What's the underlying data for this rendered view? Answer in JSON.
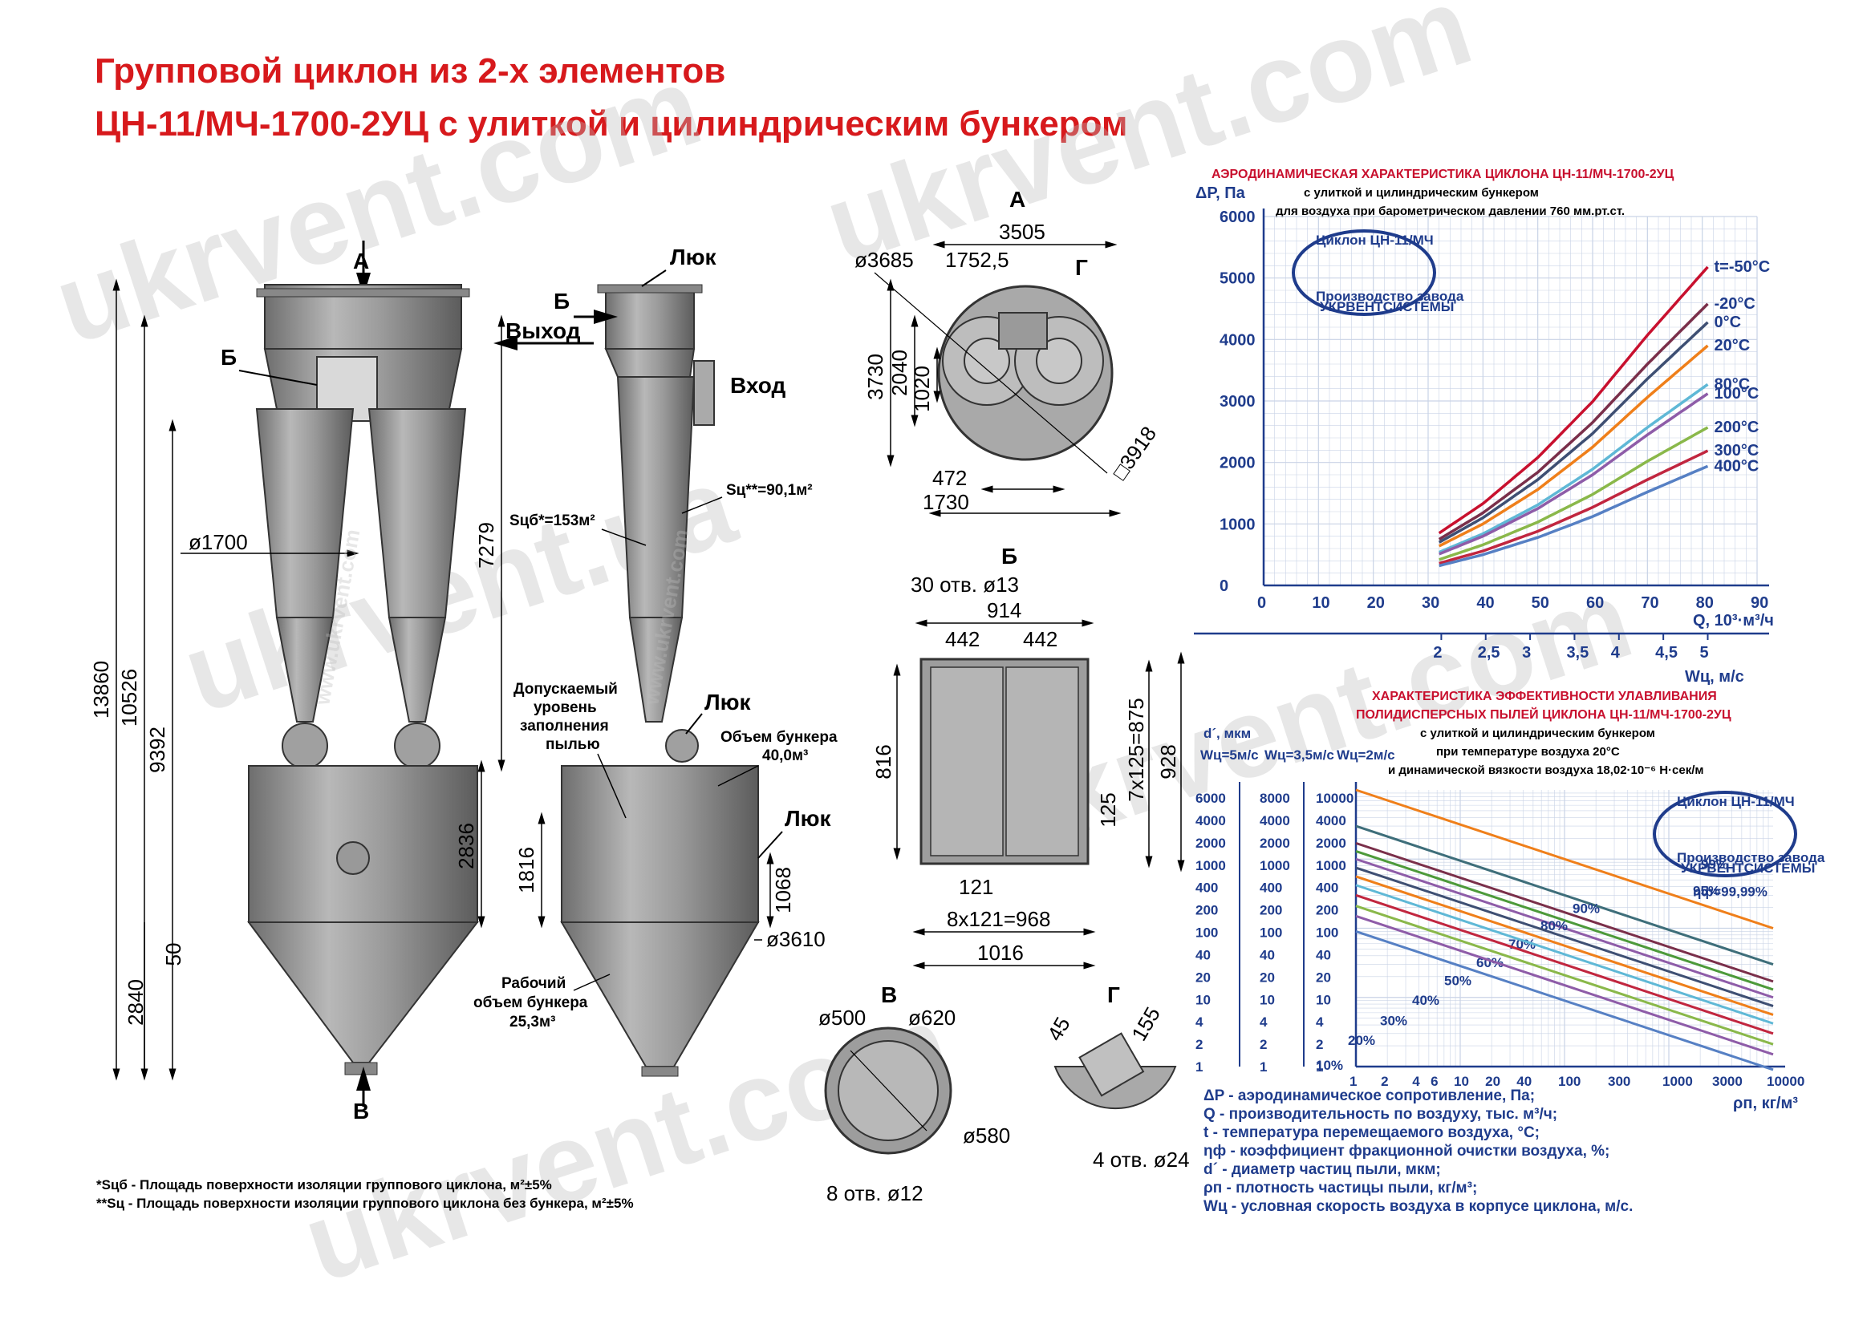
{
  "title": {
    "line1": "Групповой циклон из 2-х элементов",
    "line2": "ЦН-11/МЧ-1700-2УЦ с улиткой и цилиндрическим бункером"
  },
  "watermark": "ukrvent.com",
  "watermark2": "ukrvent.ua",
  "side_watermark": "www.ukrvent.com",
  "colors": {
    "title": "#d7191c",
    "chart_axis": "#1f3c8c",
    "steel": "#8c8c8c"
  },
  "front_view": {
    "label_A": "А",
    "label_B": "Б",
    "label_V": "В",
    "dim_total": "13860",
    "dim_10526": "10526",
    "dim_9392": "9392",
    "dim_7279": "7279",
    "dim_2836": "2836",
    "dim_2840": "2840",
    "dim_50": "50",
    "dim_d1700": "ø1700"
  },
  "side_view": {
    "luk_top": "Люк",
    "label_B": "Б",
    "exit": "Выход",
    "inlet": "Вход",
    "s_ts": "Sц**=90,1м²",
    "s_tsb": "Sцб*=153м²",
    "fill_level": [
      "Допускаемый",
      "уровень",
      "заполнения",
      "пылью"
    ],
    "luk_mid": "Люк",
    "bunker_vol": [
      "Объем бункера",
      "40,0м³"
    ],
    "luk_low": "Люк",
    "dim_1816": "1816",
    "dim_1068": "1068",
    "dim_d3610": "ø3610",
    "work_vol": [
      "Рабочий",
      "объем бункера",
      "25,3м³"
    ]
  },
  "view_A": {
    "label": "А",
    "dim_3505": "3505",
    "dim_d3685": "ø3685",
    "dim_1752": "1752,5",
    "label_G": "Г",
    "dim_3730": "3730",
    "dim_2040": "2040",
    "dim_1020": "1020",
    "dim_472": "472",
    "dim_1730": "1730",
    "dim_3918": "□3918"
  },
  "view_B": {
    "label": "Б",
    "holes": "30 отв. ø13",
    "dim_914": "914",
    "dim_442a": "442",
    "dim_442b": "442",
    "dim_816": "816",
    "dim_7x125": "7x125=875",
    "dim_928": "928",
    "dim_125": "125",
    "dim_121": "121",
    "dim_8x121": "8x121=968",
    "dim_1016": "1016"
  },
  "view_V": {
    "label": "В",
    "d500": "ø500",
    "d620": "ø620",
    "d580": "ø580",
    "holes": "8 отв. ø12"
  },
  "view_G": {
    "label": "Г",
    "d45": "45",
    "d155": "155",
    "holes": "4 отв. ø24"
  },
  "footnotes": [
    "*Sцб - Площадь поверхности изоляции группового циклона, м²±5%",
    "**Sц - Площадь поверхности изоляции группового циклона без бункера, м²±5%"
  ],
  "chart_data": [
    {
      "type": "line",
      "title": "АЭРОДИНАМИЧЕСКАЯ ХАРАКТЕРИСТИКА ЦИКЛОНА ЦН-11/МЧ-1700-2УЦ",
      "subtitle": [
        "с улиткой и цилиндрическим бункером",
        "для воздуха при барометрическом давлении 760 мм.рт.ст."
      ],
      "ylabel": "ΔP, Па",
      "xlabel": "Q, 10³·м³/ч",
      "xlabel2": "Wц, м/с",
      "xlim": [
        0,
        90
      ],
      "ylim": [
        0,
        6000
      ],
      "xticks": [
        "0",
        "10",
        "20",
        "30",
        "40",
        "50",
        "60",
        "70",
        "80",
        "90"
      ],
      "yticks": [
        "0",
        "1000",
        "2000",
        "3000",
        "4000",
        "5000",
        "6000"
      ],
      "x2ticks": [
        "2",
        "2,5",
        "3",
        "3,5",
        "4",
        "4,5",
        "5"
      ],
      "x": [
        32,
        40,
        50,
        60,
        70,
        81
      ],
      "series": [
        {
          "name": "t=-50°C",
          "color": "#c8102e",
          "values": [
            850,
            1330,
            2080,
            2990,
            4070,
            5180
          ]
        },
        {
          "name": "-20°C",
          "color": "#7a2f4a",
          "values": [
            750,
            1180,
            1840,
            2650,
            3600,
            4580
          ]
        },
        {
          "name": "0°C",
          "color": "#3e4f73",
          "values": [
            700,
            1100,
            1720,
            2470,
            3360,
            4280
          ]
        },
        {
          "name": "20°C",
          "color": "#ef7f1a",
          "values": [
            640,
            1000,
            1560,
            2250,
            3060,
            3900
          ]
        },
        {
          "name": "80°C",
          "color": "#5fb8d6",
          "values": [
            540,
            840,
            1310,
            1890,
            2570,
            3270
          ]
        },
        {
          "name": "100°C",
          "color": "#8e5ca8",
          "values": [
            510,
            800,
            1250,
            1800,
            2450,
            3120
          ]
        },
        {
          "name": "200°C",
          "color": "#8ab84a",
          "values": [
            420,
            660,
            1030,
            1480,
            2020,
            2570
          ]
        },
        {
          "name": "300°C",
          "color": "#c1263f",
          "values": [
            360,
            560,
            880,
            1270,
            1720,
            2190
          ]
        },
        {
          "name": "400°C",
          "color": "#5680c4",
          "values": [
            320,
            500,
            780,
            1120,
            1520,
            1940
          ]
        }
      ]
    },
    {
      "type": "line",
      "title": [
        "ХАРАКТЕРИСТИКА ЭФФЕКТИВНОСТИ УЛАВЛИВАНИЯ",
        "ПОЛИДИСПЕРСНЫХ ПЫЛЕЙ ЦИКЛОНА ЦН-11/МЧ-1700-2УЦ"
      ],
      "subtitle": [
        "с улиткой и цилиндрическим бункером",
        "при температуре воздуха 20°С",
        "и динамической вязкости воздуха 18,02·10⁻⁶ Н·сек/м"
      ],
      "ylabel": "d´, мкм",
      "ycols": [
        "Wц=5м/с",
        "Wц=3,5м/с",
        "Wц=2м/с"
      ],
      "xlabel": "ρп, кг/м³",
      "scale": "log",
      "xticks": [
        "1",
        "2",
        "4",
        "6",
        "10",
        "20",
        "40",
        "100",
        "300",
        "1000",
        "3000",
        "10000"
      ],
      "yticks_col1": [
        "6000",
        "4000",
        "2000",
        "1000",
        "400",
        "200",
        "100",
        "40",
        "20",
        "10",
        "4",
        "2",
        "1"
      ],
      "yticks_col2": [
        "8000",
        "4000",
        "2000",
        "1000",
        "400",
        "200",
        "100",
        "40",
        "20",
        "10",
        "4",
        "2",
        "1"
      ],
      "yticks_col3": [
        "10000",
        "4000",
        "2000",
        "1000",
        "400",
        "200",
        "100",
        "40",
        "20",
        "10",
        "4",
        "2",
        "1"
      ],
      "x": [
        1,
        10000
      ],
      "series": [
        {
          "name": "ηф=99,99%",
          "color": "#ef7f1a",
          "values": [
            10000,
            100
          ]
        },
        {
          "name": "99%",
          "color": "#3e6e7a",
          "values": [
            3000,
            30
          ]
        },
        {
          "name": "95%",
          "color": "#7a2f4a",
          "values": [
            1700,
            17
          ]
        },
        {
          "name": "90%",
          "color": "#4d9a3a",
          "values": [
            1300,
            13
          ]
        },
        {
          "name": "80%",
          "color": "#8e5ca8",
          "values": [
            1000,
            10
          ]
        },
        {
          "name": "70%",
          "color": "#3e4f73",
          "values": [
            750,
            7.5
          ]
        },
        {
          "name": "60%",
          "color": "#ef7f1a",
          "values": [
            560,
            5.6
          ]
        },
        {
          "name": "50%",
          "color": "#5fb8d6",
          "values": [
            420,
            4.2
          ]
        },
        {
          "name": "40%",
          "color": "#c1263f",
          "values": [
            300,
            3
          ]
        },
        {
          "name": "30%",
          "color": "#8ab84a",
          "values": [
            210,
            2.1
          ]
        },
        {
          "name": "20%",
          "color": "#8e5ca8",
          "values": [
            150,
            1.5
          ]
        },
        {
          "name": "10%",
          "color": "#5680c4",
          "values": [
            90,
            0.9
          ]
        }
      ]
    }
  ],
  "legend": [
    "ΔP - аэродинамическое сопротивление, Па;",
    "Q - производительность по воздуху, тыс. м³/ч;",
    "t - температура перемещаемого воздуха, °С;",
    "ηф - коэффициент фракционной очистки воздуха, %;",
    "d´ - диаметр частиц пыли, мкм;",
    "ρп - плотность частицы пыли, кг/м³;",
    "Wц - условная скорость воздуха в корпусе циклона, м/с."
  ],
  "stamp": {
    "line1": "Циклон ЦН-11/МЧ",
    "line2": "Производство завода",
    "line3": "УКРВЕНТСИСТЕМЫ"
  }
}
